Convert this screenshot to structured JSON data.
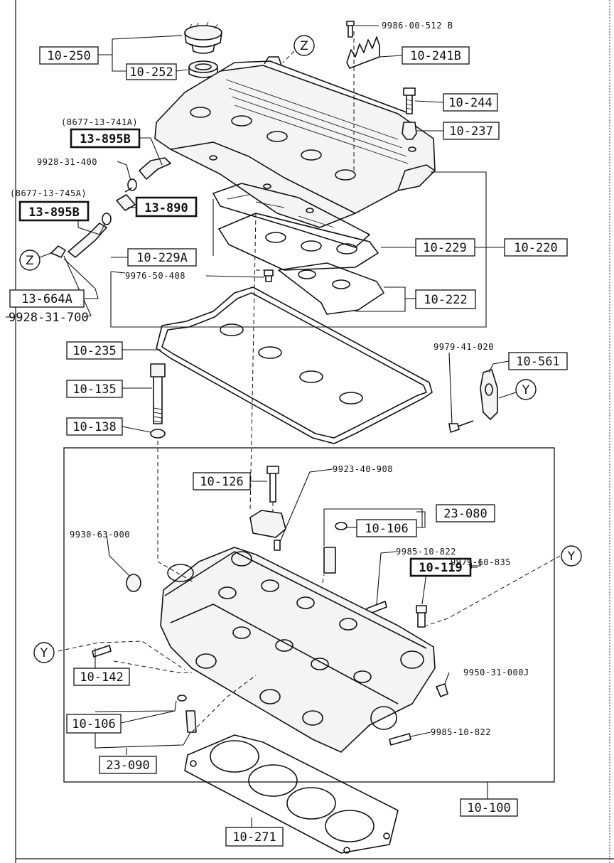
{
  "labels": {
    "p10_250": "10-250",
    "p10_252": "10-252",
    "p10_241B": "10-241B",
    "p9986": "9986-00-512 B",
    "p10_244": "10-244",
    "p10_237": "10-237",
    "p8677a": "(8677-13-741A)",
    "p13_895B_a": "13-895B",
    "p9928_400": "9928-31-400",
    "p8677b": "(8677-13-745A)",
    "p13_895B_b": "13-895B",
    "p13_890": "13-890",
    "p10_229A": "10-229A",
    "p10_229": "10-229",
    "p10_220": "10-220",
    "p9976": "9976-50-408",
    "p10_222": "10-222",
    "p13_664A": "13-664A",
    "p9928_700": "9928-31-700",
    "p10_235": "10-235",
    "p9979_020": "9979-41-020",
    "p10_561": "10-561",
    "p10_135": "10-135",
    "p10_138": "10-138",
    "p10_126": "10-126",
    "p9923": "9923-40-908",
    "p23_080": "23-080",
    "p10_106_a": "10-106",
    "p9930": "9930-63-000",
    "p9985_a": "9985-10-822",
    "p10_119": "10-119",
    "p9979_835": "9979-60-835",
    "p10_142": "10-142",
    "p9950": "9950-31-000J",
    "p10_106_b": "10-106",
    "p9985_b": "9985-10-822",
    "p23_090": "23-090",
    "p10_100": "10-100",
    "p10_271": "10-271"
  },
  "callouts": {
    "z": "Z",
    "y": "Y"
  }
}
